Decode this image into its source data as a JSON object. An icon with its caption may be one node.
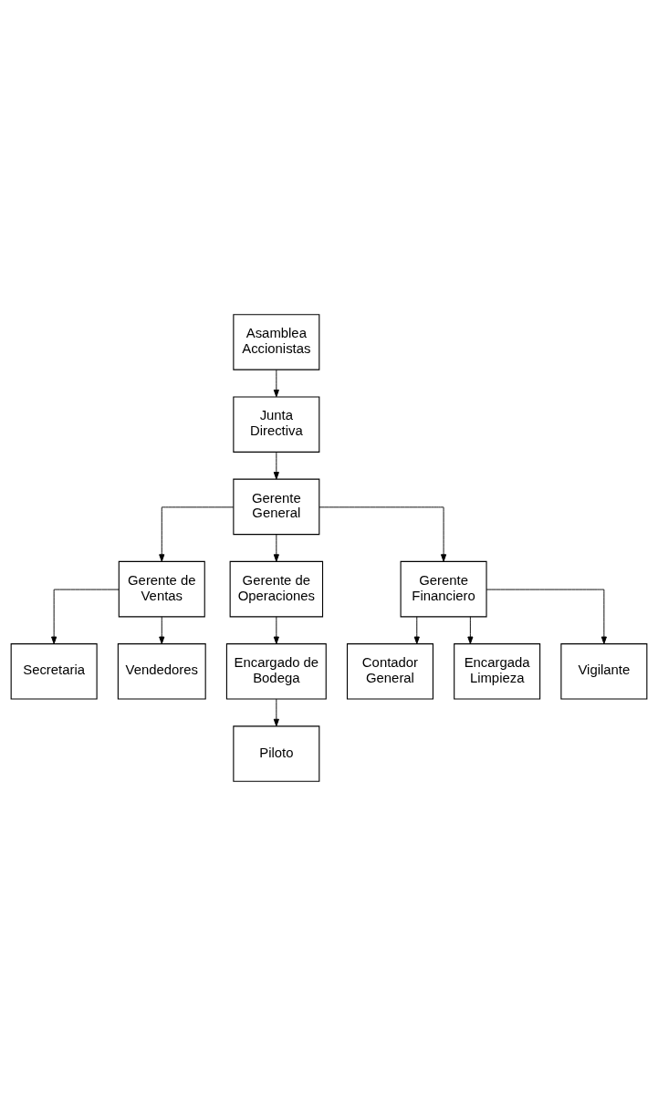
{
  "diagram": {
    "nodes": [
      {
        "text": [
          "Asamblea Accionistas"
        ]
      },
      {
        "text": [
          "Junta Directiva"
        ]
      },
      {
        "text": [
          "Gerente General"
        ]
      },
      {
        "text": [
          "Gerente de Ventas"
        ]
      },
      {
        "text": [
          "Gerente de Operaciones"
        ]
      },
      {
        "text": [
          "Gerente Financiero"
        ]
      },
      {
        "text": [
          "Contador General"
        ]
      },
      {
        "text": [
          "Secretaria"
        ]
      },
      {
        "text": [
          "Encargado de Bodega"
        ]
      },
      {
        "text": [
          "Vendedores"
        ]
      },
      {
        "text": [
          "Piloto"
        ]
      },
      {
        "text": [
          "Encargada Limpieza"
        ]
      },
      {
        "text": [
          "Vigilante"
        ]
      }
    ],
    "edges": [
      {
        "from": 0,
        "to": 1,
        "arrow": "to"
      },
      {
        "from": 1,
        "to": 2,
        "arrow": "to"
      },
      {
        "from": 2,
        "to": 3,
        "arrow": "to"
      },
      {
        "from": 2,
        "to": 4,
        "arrow": "to"
      },
      {
        "from": 2,
        "to": 5,
        "arrow": "to"
      },
      {
        "from": 3,
        "to": 7,
        "arrow": "to"
      },
      {
        "from": 3,
        "to": 9,
        "arrow": "to"
      },
      {
        "from": 4,
        "to": 8,
        "arrow": "to"
      },
      {
        "from": 8,
        "to": 10,
        "arrow": "to"
      },
      {
        "from": 5,
        "to": 6,
        "arrow": "to"
      },
      {
        "from": 5,
        "to": 11,
        "arrow": "to"
      },
      {
        "from": 5,
        "to": 12,
        "arrow": "to"
      }
    ]
  }
}
